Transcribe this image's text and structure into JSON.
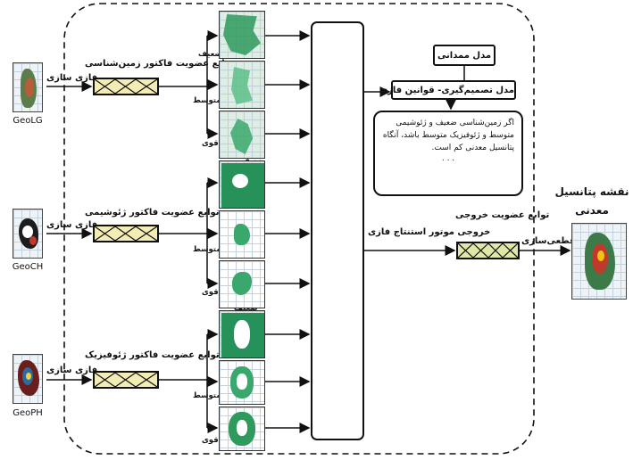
{
  "inputs": [
    {
      "name": "GeoLG",
      "phaser": "فازی سازی",
      "title": "توابع عضویت فاکتور زمین‌شناسی"
    },
    {
      "name": "GeoCH",
      "phaser": "فازی سازی",
      "title": "توابع عضویت فاکتور ژئوشیمی"
    },
    {
      "name": "GeoPH",
      "phaser": "فازی سازی",
      "title": "توابع عضویت فاکتور ژئوفیزیک"
    }
  ],
  "levels": {
    "weak": "ضعیف",
    "medium": "متوسط",
    "strong": "قوی"
  },
  "model": {
    "base_label": "مدل ممدانی",
    "decision_label": "مدل تصمیم‌گیری- قوانین فازی",
    "rule_text": "اگر زمین‌شناسی ضعیف و ژئوشیمی متوسط و ژئوفیزیک متوسط باشد، آنگاه پتانسیل معدنی کم است.",
    "dots": ". . ."
  },
  "engine": {
    "label": "خروجی موتور استنتاج فازی"
  },
  "output": {
    "title": "توابع عضویت خروجی",
    "defuzz": "قطعی‌سازی",
    "map_title_line1": "نقشه پتانسیل",
    "map_title_line2": "معدنی"
  },
  "colors": {
    "frame": "#111111",
    "fuzzy_box": "#f3ecb4",
    "map_green": "#2e8b57",
    "map_light": "#dfeee5"
  }
}
